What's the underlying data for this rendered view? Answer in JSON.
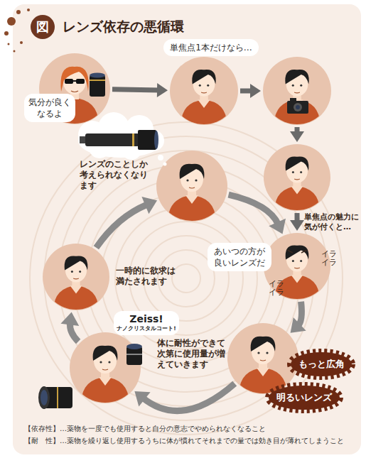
{
  "diagram": {
    "title": "レンズ依存の悪循環",
    "nodes": [
      {
        "text": [
          "図"
        ]
      },
      {
        "text": [
          "気分が良くなるよ"
        ]
      },
      {
        "text": [
          "単焦点1本だけなら…"
        ]
      },
      {
        "text": []
      },
      {
        "text": []
      },
      {
        "text": [
          "あいつの方が良いレンズだ"
        ]
      },
      {
        "text": [
          "もっと広角",
          "明るいレンズ"
        ]
      },
      {
        "text": [
          "Zeiss!",
          "ナノクリスタルコート!",
          "体に耐性ができて次第に使用量が増えていきます"
        ]
      },
      {
        "text": [
          "一時的に欲求は満たされます"
        ]
      },
      {
        "text": [
          "レンズのことしか考えられなくなります"
        ]
      }
    ],
    "edges": [
      {
        "from": 1,
        "to": 2,
        "arrow": "to"
      },
      {
        "from": 2,
        "to": 3,
        "arrow": "to"
      },
      {
        "from": 3,
        "to": 4,
        "arrow": "to"
      },
      {
        "from": 4,
        "to": 5,
        "label": "単焦点の魅力に気が付くと…",
        "arrow": "to"
      },
      {
        "from": 5,
        "to": 6,
        "arrow": "to"
      },
      {
        "from": 6,
        "to": 7,
        "arrow": "to"
      },
      {
        "from": 7,
        "to": 8,
        "arrow": "to"
      },
      {
        "from": 8,
        "to": 9,
        "arrow": "to"
      },
      {
        "from": 9,
        "to": 5,
        "arrow": "to"
      }
    ],
    "labels": [
      "イラ イラ",
      "イラ イラ",
      "【依存性】…薬物を一度でも使用すると自分の意志でやめられなくなること",
      "【耐　性】…薬物を繰り返し使用するうちに体が慣れてそれまでの量では効き目が薄れてしまうこと"
    ]
  }
}
